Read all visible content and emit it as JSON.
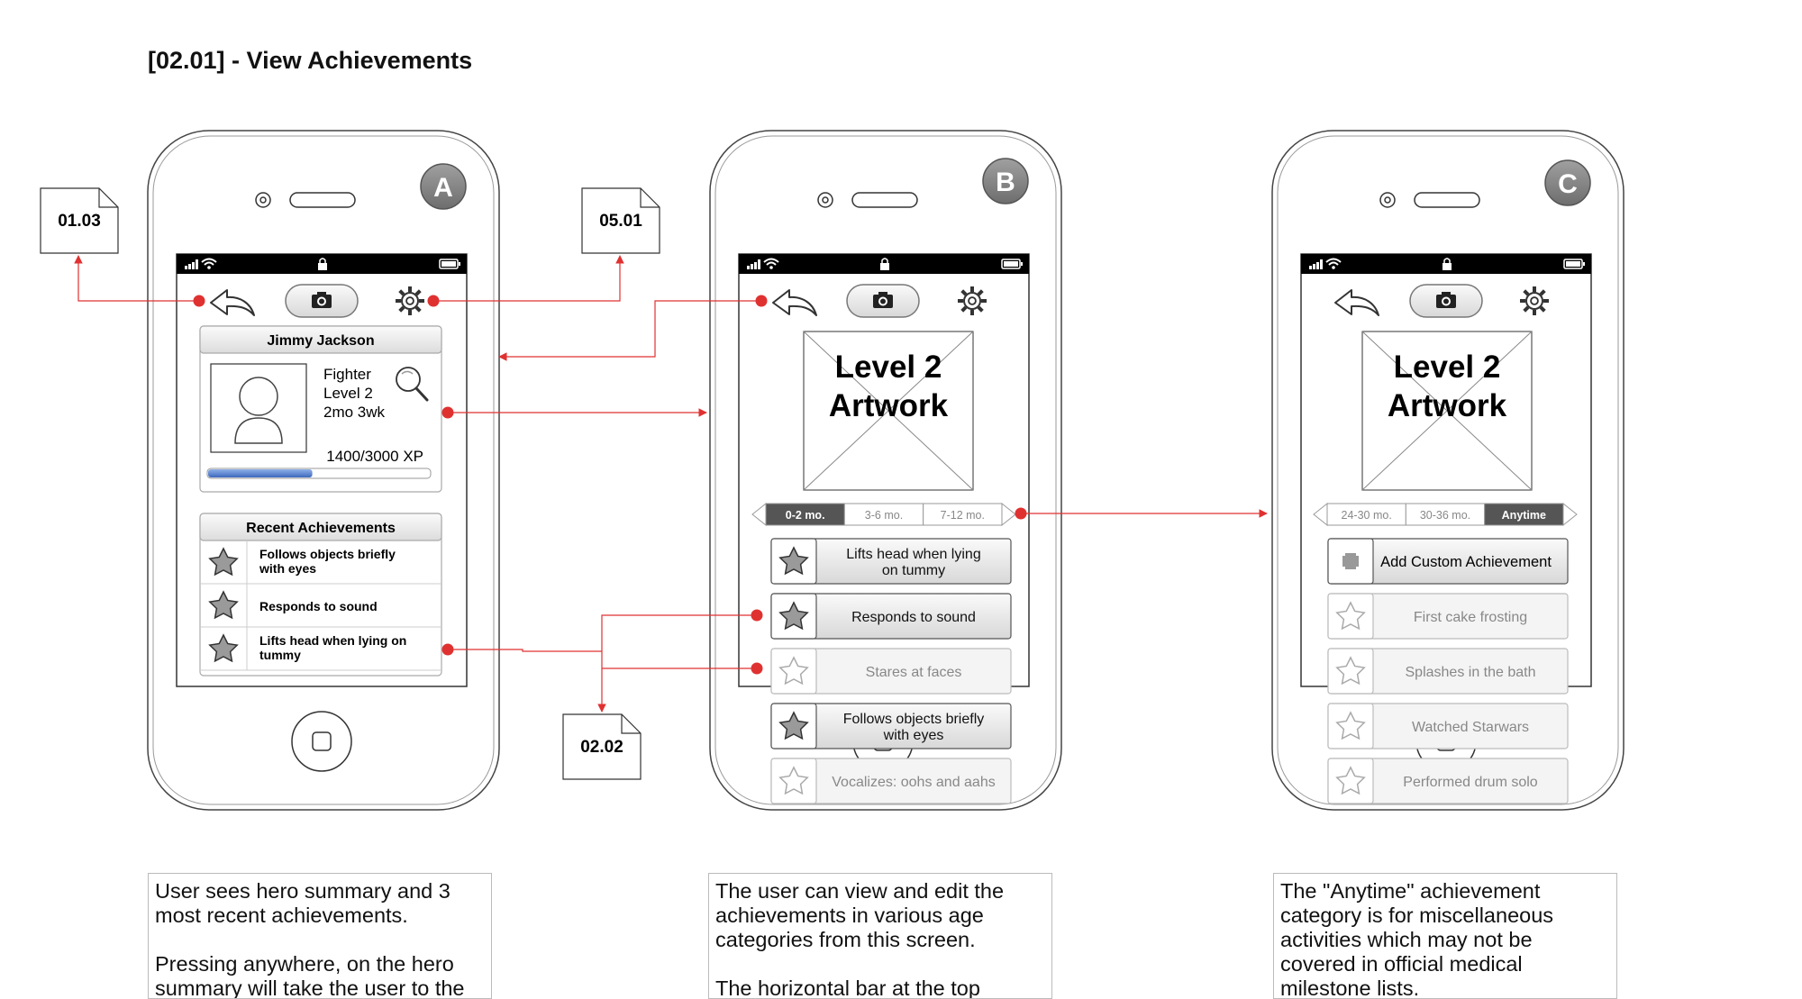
{
  "page": {
    "title": "[02.01] - View Achievements"
  },
  "refs": {
    "ref_0103": "01.03",
    "ref_0501": "05.01",
    "ref_0202": "02.02"
  },
  "phone_a": {
    "badge": "A",
    "profile": {
      "name": "Jimmy Jackson",
      "class": "Fighter",
      "level": "Level 2",
      "age": "2mo 3wk",
      "xp": "1400/3000 XP",
      "xp_progress": 0.47
    },
    "recent": {
      "header": "Recent Achievements",
      "items": [
        {
          "l1": "Follows objects briefly",
          "l2": "with eyes"
        },
        {
          "l1": "Responds to sound",
          "l2": ""
        },
        {
          "l1": "Lifts head when lying on",
          "l2": "tummy"
        }
      ]
    }
  },
  "phone_b": {
    "badge": "B",
    "artwork": {
      "l1": "Level 2",
      "l2": "Artwork"
    },
    "tabs": [
      "0-2 mo.",
      "3-6 mo.",
      "7-12 mo."
    ],
    "active_tab": "0-2 mo.",
    "items": [
      {
        "l1": "Lifts head when lying",
        "l2": "on tummy",
        "achieved": true
      },
      {
        "l1": "Responds to sound",
        "l2": "",
        "achieved": true
      },
      {
        "l1": "Stares at faces",
        "l2": "",
        "achieved": false
      },
      {
        "l1": "Follows objects briefly",
        "l2": "with eyes",
        "achieved": true
      },
      {
        "l1": "Vocalizes: oohs and aahs",
        "l2": "",
        "achieved": false
      }
    ]
  },
  "phone_c": {
    "badge": "C",
    "artwork": {
      "l1": "Level 2",
      "l2": "Artwork"
    },
    "tabs": [
      "24-30 mo.",
      "30-36 mo.",
      "Anytime"
    ],
    "active_tab": "Anytime",
    "add_label": "Add Custom Achievement",
    "items": [
      {
        "l1": "First cake frosting",
        "achieved": false
      },
      {
        "l1": "Splashes in the bath",
        "achieved": false
      },
      {
        "l1": "Watched Starwars",
        "achieved": false
      },
      {
        "l1": "Performed drum solo",
        "achieved": false
      }
    ]
  },
  "notes": {
    "a": [
      "User sees hero summary and 3 most recent achievements.",
      "Pressing anywhere, on the hero summary will take the user to the"
    ],
    "b": [
      "The user can view and edit the achievements in various age categories from this screen.",
      "The horizontal bar at the top"
    ],
    "c": [
      "The \"Anytime\" achievement category is for miscellaneous activities which may not be covered in official medical milestone lists."
    ]
  },
  "colors": {
    "connector": "#e03131",
    "active_tab": "#555555",
    "progress": "#4a78c8"
  }
}
